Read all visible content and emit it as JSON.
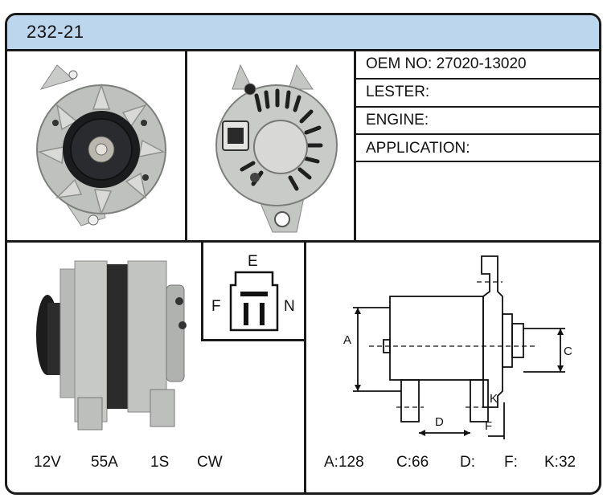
{
  "title": "232-21",
  "specs": {
    "oem": "OEM NO: 27020-13020",
    "lester": "LESTER:",
    "engine": "ENGINE:",
    "application": "APPLICATION:"
  },
  "connector": {
    "e": "E",
    "f": "F",
    "n": "N"
  },
  "electrical": {
    "voltage": "12V",
    "amperage": "55A",
    "groove": "1S",
    "rotation": "CW"
  },
  "dimension_labels": {
    "a": "A",
    "c": "C",
    "d": "D",
    "f": "F",
    "k": "K"
  },
  "dimensions": {
    "a": "A:128",
    "c": "C:66",
    "d": "D:",
    "f": "F:",
    "k": "K:32"
  },
  "colors": {
    "header": "#bcd6ee",
    "border": "#1a1a1a"
  }
}
